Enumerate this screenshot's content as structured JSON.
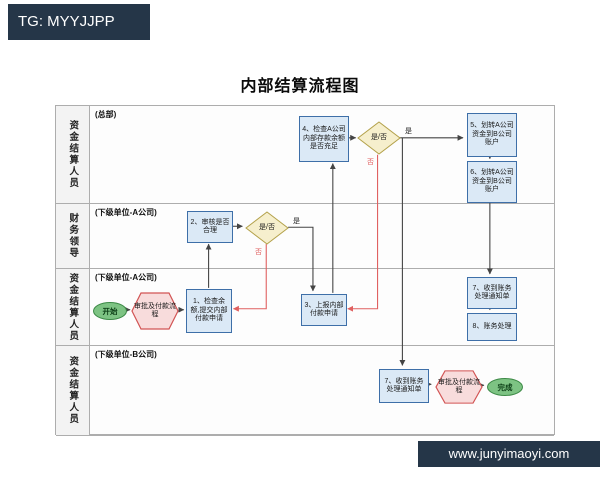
{
  "header": {
    "badge": "TG: MYYJJPP",
    "title": "内部结算流程图"
  },
  "footer": {
    "url": "www.junyimaoyi.com"
  },
  "lanes": [
    {
      "role": "资金结算人员",
      "org": "(总部)"
    },
    {
      "role": "财务领导",
      "org": "(下级单位-A公司)"
    },
    {
      "role": "资金结算人员",
      "org": "(下级单位-A公司)"
    },
    {
      "role": "资金结算人员",
      "org": "(下级单位-B公司)"
    }
  ],
  "nodes": {
    "start": "开始",
    "approval_a": "审批及付款流程",
    "step1": "1、检查余额,提交内部付款申请",
    "step2": "2、审核是否合理",
    "decision2": "是/否",
    "step3": "3、上报内部付款申请",
    "step4": "4、检查A公司内部存款余额是否充足",
    "decision1": "是/否",
    "step5": "5、划转A公司资金到B公司账户",
    "step6": "6、划转A公司资金到B公司账户",
    "step7_a": "7、收到账务处理通知单",
    "step8": "8、账务处理",
    "step7_b": "7、收到账务处理通知单",
    "approval_b": "审批及付款流程",
    "end": "完成"
  },
  "labels": {
    "yes": "是",
    "no": "否"
  },
  "colors": {
    "process_fill": "#dbe9f6",
    "process_border": "#3e6fa8",
    "decision_fill": "#f6efcd",
    "decision_border": "#b3a14a",
    "approval_fill": "#f8dcdc",
    "approval_border": "#d25454",
    "terminal_fill": "#7dc383",
    "terminal_border": "#3c8a46",
    "arrow": "#444444",
    "arrow_no": "#e06060",
    "bar_bg": "#253648"
  }
}
